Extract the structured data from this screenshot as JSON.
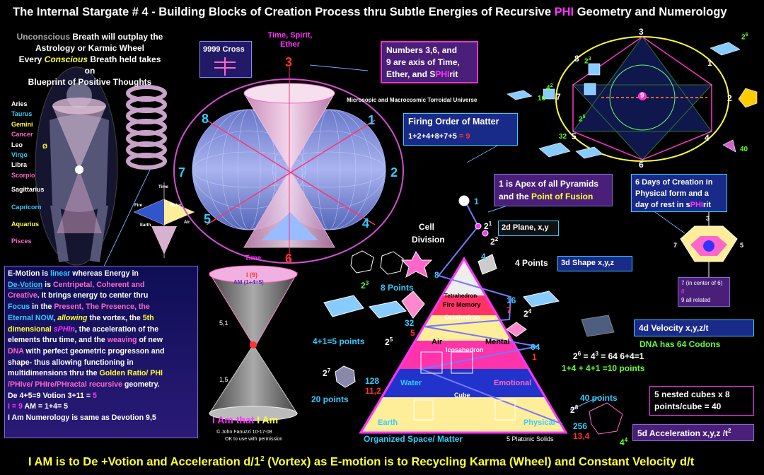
{
  "title": {
    "a": "The Internal Stargate # 4 - Building Blocks of Creation Process thru Subtle Energies of Recursive ",
    "phi": "PHI",
    "b": " Geometry and Numerology"
  },
  "breath": {
    "l1a": "Unconscious",
    "l1b": " Breath will outplay the",
    "l2": "Astrology or Karmic Wheel",
    "l3a": "Every ",
    "l3b": "Conscious",
    "l3c": " Breath held takes  on",
    "l4": "Blueprint of Positive Thoughts"
  },
  "zodiac": [
    "Aries",
    "Taurus",
    "Gemini",
    "Cancer",
    "Leo",
    "Virgo",
    "Libra",
    "Scorpio",
    "Sagittarius",
    "Capricorn",
    "Aquarius",
    "Pisces"
  ],
  "zodiac_colors": [
    "#ffffff",
    "#33ccff",
    "#ffff33",
    "#ff66cc",
    "#ffffff",
    "#33ccff",
    "#ffffff",
    "#ff66cc",
    "#ffffff",
    "#33ccff",
    "#ffff33",
    "#ff66cc"
  ],
  "phi_symbol": "Ø",
  "cross": {
    "label": "9999 Cross"
  },
  "torus": {
    "top_l1": "Time, Spirit,",
    "top_l2": "Ether",
    "n3": "3",
    "n8": "8",
    "n1": "1",
    "n7": "7",
    "n2": "2",
    "n5": "5",
    "n4": "4",
    "n6": "6",
    "caption": "Microsopic and Macrocosmic Torroidal Universe"
  },
  "numbers_box": {
    "l1": "Numbers 3,6, and",
    "l2": "9 are axis of Time,",
    "l3": "Ether, and S",
    "l3phi": "PHI",
    "l3b": "rit"
  },
  "firing": {
    "title": "Firing Order of Matter",
    "seq": "1+2+4+8+7+5",
    "eq": " = 9"
  },
  "apex": {
    "l1": "1 is Apex of all Pyramids",
    "l2a": "and the ",
    "l2b": "Point of Fusion"
  },
  "days": {
    "l1": "6 Days of Creation in",
    "l2": "Physical form and a",
    "l3a": "day of rest in s",
    "l3phi": "PHI",
    "l3b": "rit"
  },
  "wheel": {
    "top": "3",
    "bottom": "6",
    "left": "7",
    "right": "5",
    "note1": "7 (in center of 6)",
    "note2": "8",
    "note3": "9 all related"
  },
  "octa": {
    "n3": "3",
    "n6": "6",
    "n8": "8",
    "n1": "1",
    "n7": "7",
    "n2": "2",
    "n5": "5",
    "n4": "4",
    "n9": "9",
    "p23": "2",
    "p23e": "3",
    "p26": "2",
    "p26e": "6",
    "p24": "4",
    "p24e": "2",
    "n16": "16",
    "n32": "32",
    "n40": "40",
    "p2": "2",
    "p2e": "5"
  },
  "mini": {
    "top": "Time",
    "water": "Water",
    "air": "Air",
    "fire": "Fire",
    "earth": "Earth"
  },
  "emotion": {
    "l1a": "E-Motion is ",
    "l1b": "linear",
    "l1c": " whereas  Energy in",
    "l2a": "De-Votion",
    "l2b": " is ",
    "l2c": "Centripetal, Coherent and",
    "l3a": "Creative",
    "l3b": ". It brings energy to center thru",
    "l4a": "Focus",
    "l4b": " in the ",
    "l4c": "Present, The Presence, the",
    "l5a": "Eternal NOW",
    "l5b": ", ",
    "l5c": "allowing",
    "l5d": " the vortex, the ",
    "l5e": "5th",
    "l6a": "dimensional ",
    "l6b": "sPHIn",
    "l6c": ",  the  acceleration of the",
    "l7a": "elements thru time, and the ",
    "l7b": "weaving",
    "l7c": " of new",
    "l8a": "DNA",
    "l8b": " with  perfect geometric progresson and",
    "l9": "shape- thus allowing functioning in",
    "l10a": "multidimensions thru the ",
    "l10b": "Golden Ratio/ PHI",
    "l11a": "/PHIve/ PHIre/PHractal recursive",
    "l11b": " geometry.",
    "l12a": "De 4+5=9",
    "l12b": "  Votion   3+11 = ",
    "l12c": "5",
    "l13a": "I = 9",
    "l13b": "                 AM = 1+4= 5",
    "l14": "I Am Numerology is same as Devotion  9,5"
  },
  "hourglass": {
    "time": "Time",
    "i9": "I (9)",
    "am": "AM  (1+4=5)",
    "n51": "5,1",
    "n9": "9",
    "n15": "1,5",
    "iam_a": "I Am that ",
    "iam_b": "I Am",
    "credit": "© John Fanuzzi  10-17-08",
    "permission": "OK to use with permission"
  },
  "pyramid": {
    "cell": "Cell",
    "division": "Division",
    "n1": "1",
    "p21": "2",
    "p21e": "1",
    "p22": "2",
    "p22e": "2",
    "plane": "2d Plane, x,y",
    "n4": "4",
    "n4pts": "4 Points",
    "shape": "3d Shape  x,y,z",
    "n8": "8",
    "p23": "2",
    "p23e": "3",
    "pts8": "8 Points",
    "tetra": "Tetrahedron",
    "fire": "Fire",
    "memory": "Memory",
    "n16": "16",
    "n7": "7",
    "p24": "2",
    "p24e": "4",
    "octa": "Octahedron",
    "n32": "32",
    "n5": "5",
    "air": "Air",
    "mental": "Mental",
    "pts5": "4+1=5 points",
    "p25": "2",
    "p25e": "5",
    "icosa": "Icosahedron",
    "n64": "64",
    "n1b": "1",
    "velocity": "4d Velocity x,y,z/t",
    "dna": "DNA has 64 Codons",
    "eq1a": "2",
    "eq1b": "6",
    "eq1c": " = 4",
    "eq1d": "3",
    "eq1e": " = 64  ",
    "eq1f": "6+4=1",
    "eq2": "1+4   +  4+1 =10 points",
    "water": "Water",
    "emotional": "Emotional",
    "n128": "128",
    "n112": "11,2",
    "p27": "2",
    "p27e": "7",
    "pts20": "20 points",
    "cube": "Cube",
    "earth": "Earth",
    "physical": "Physical",
    "n256": "256",
    "n134": "13,4",
    "p28": "2",
    "p28e": "8",
    "pts40": "40 points",
    "p44": "4",
    "p44e": "4",
    "nested1": "5 nested cubes x 8",
    "nested2": "points/cube = 40",
    "accel": "5d Acceleration x,y,z /t",
    "accele": "2",
    "organized": "Organized Space/ Matter",
    "solids": "5 Platonic Solids"
  },
  "footer": {
    "a": "I  AM is to De +Votion and Acceleration d/1",
    "ae": "2",
    "b": " (Vortex)  as  E-motion is to Recycling Karma (Wheel) and Constant Velocity d/t"
  },
  "colors": {
    "title": "#ffffff",
    "phi": "#ff33ff",
    "cyan": "#33ccff",
    "magenta": "#ff33cc",
    "yellow": "#ffff33",
    "orange": "#ff9933",
    "green": "#66ff33",
    "red": "#ff3333"
  }
}
